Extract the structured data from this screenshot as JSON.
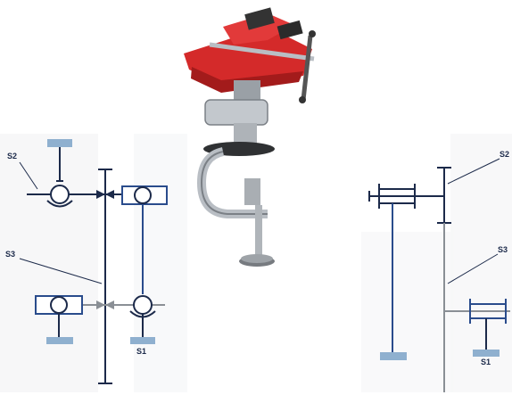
{
  "labels": {
    "left_s2": "S2",
    "left_s3": "S3",
    "left_s1": "S1",
    "right_s2": "S2",
    "right_s3": "S3",
    "right_s1": "S1"
  },
  "colors": {
    "ink": "#1c2a4a",
    "blue_line": "#2a4c8c",
    "ground_fill": "#8fb0cf",
    "arrow_grey": "#8a8f95",
    "vise_red": "#d42a2a",
    "vise_steel": "#b9bec4",
    "scan_haze": "#eef0f3"
  },
  "illustration": {
    "subject": "bench-vise-photo"
  }
}
